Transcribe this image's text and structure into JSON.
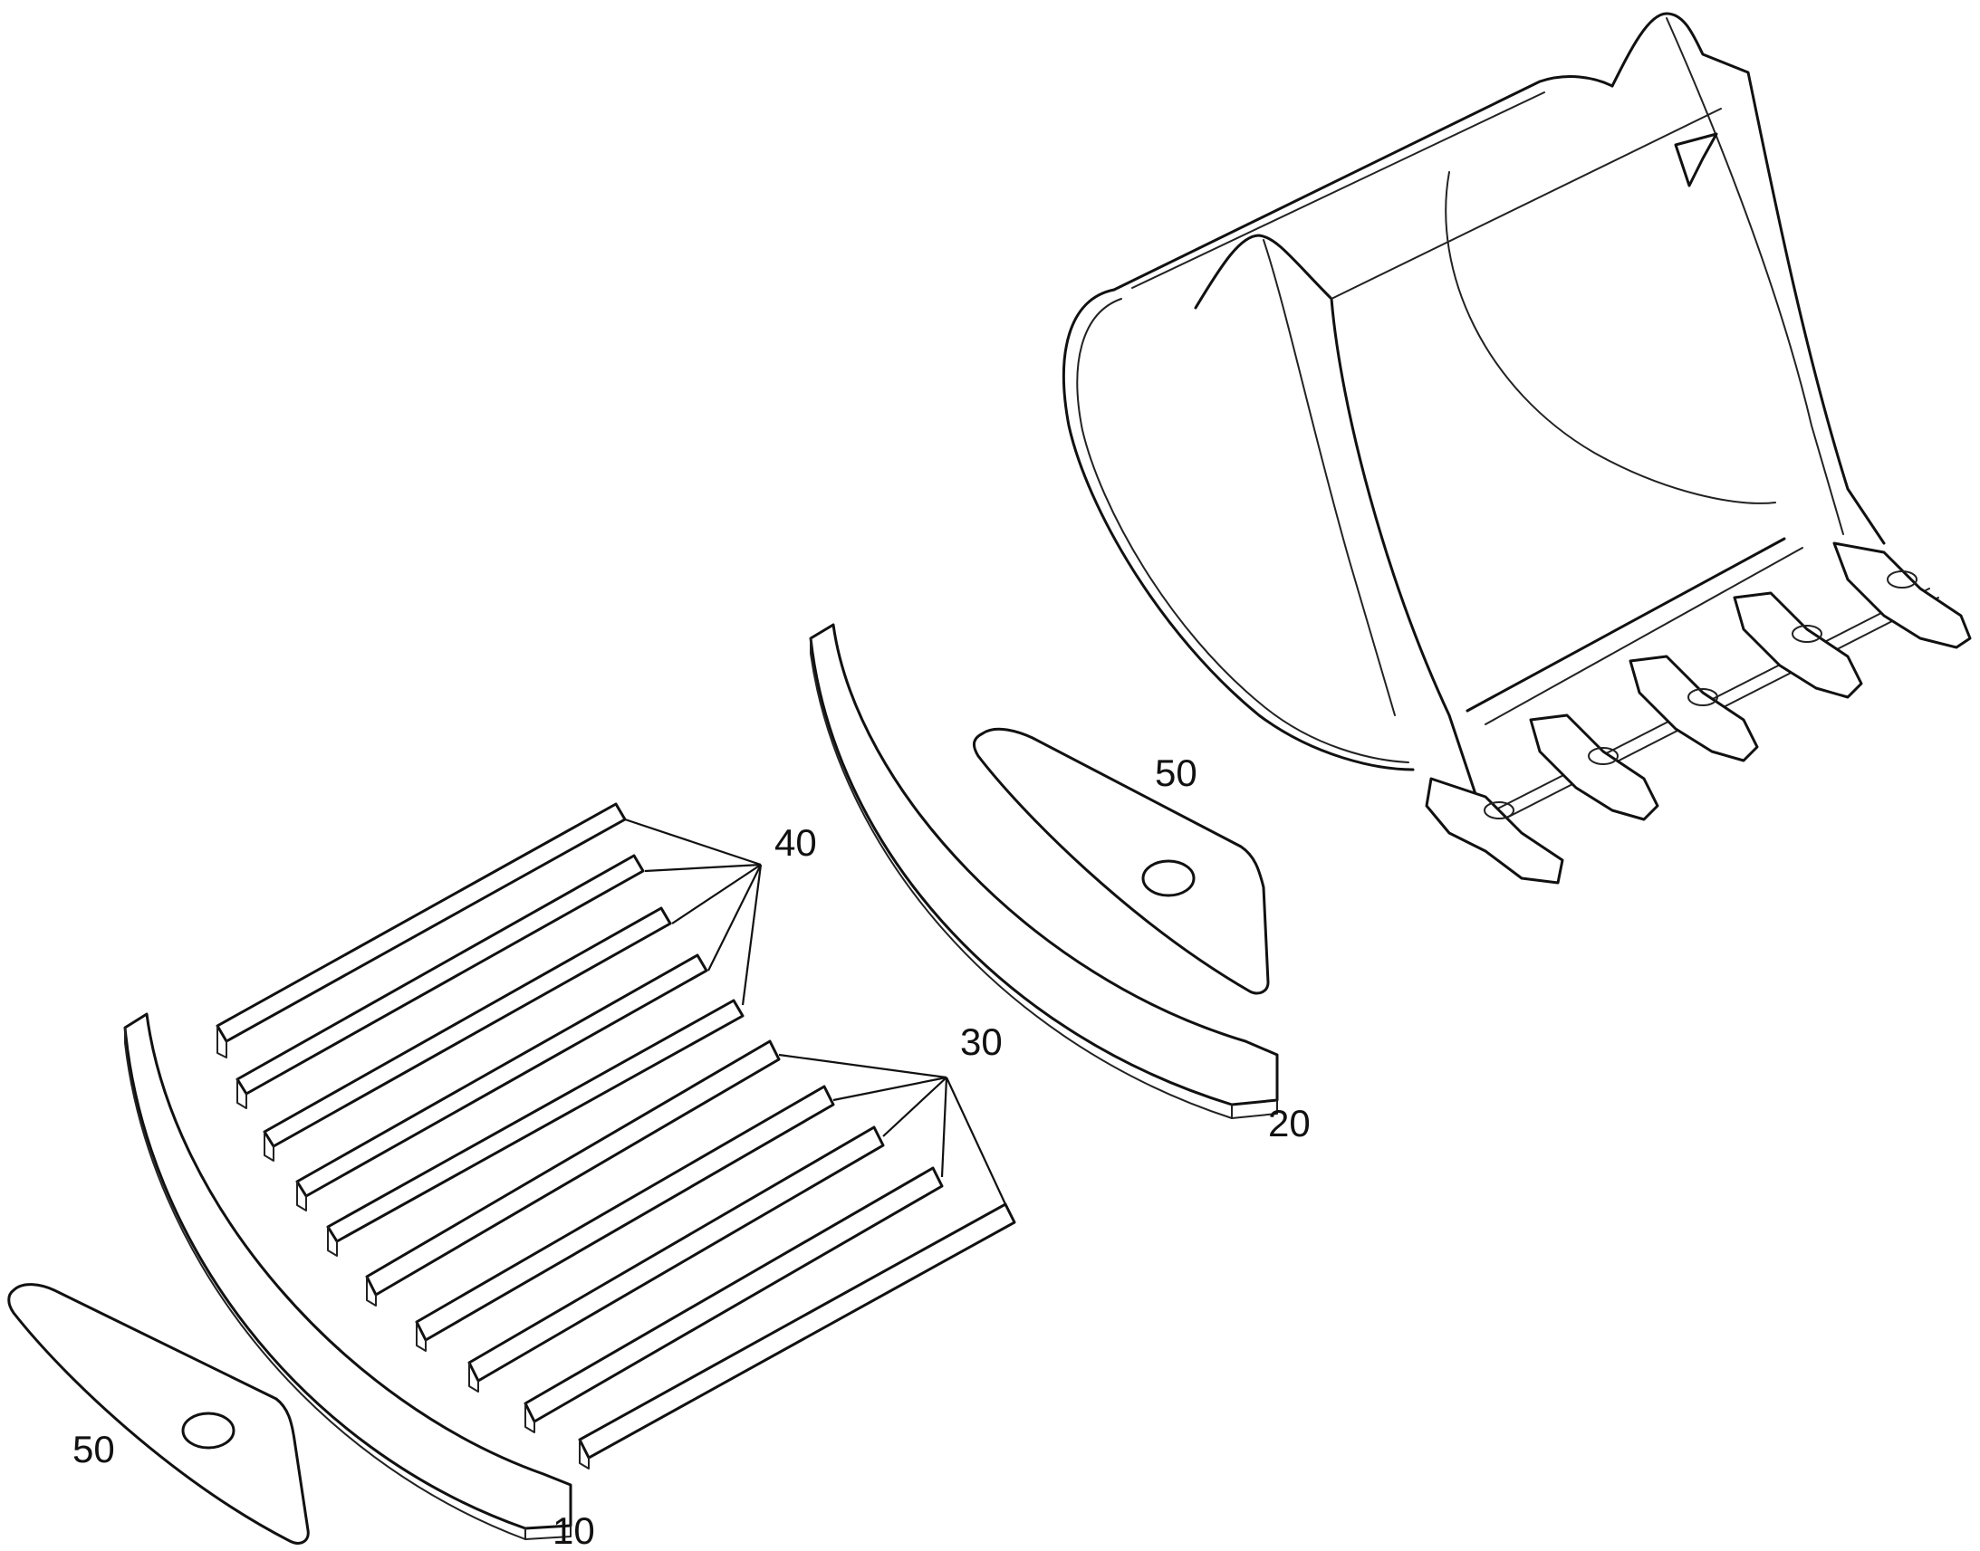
{
  "labels": {
    "part_10": "10",
    "part_20": "20",
    "part_30": "30",
    "part_40": "40",
    "part_50_left": "50",
    "part_50_right": "50"
  },
  "colors": {
    "line": "#111111",
    "background": "#ffffff"
  }
}
